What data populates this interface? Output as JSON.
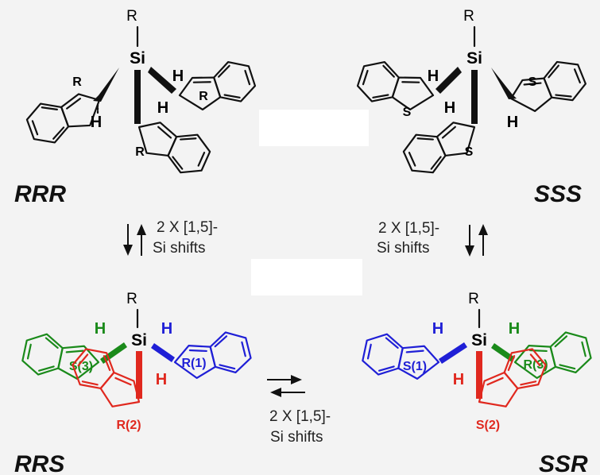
{
  "isomers": {
    "rrr": {
      "name": "RRR",
      "substituent": "R",
      "center": "Si",
      "rings": [
        {
          "label": "R",
          "h": "H",
          "color": "#111111"
        },
        {
          "label": "R",
          "h": "H",
          "color": "#111111"
        },
        {
          "label": "R",
          "h": "H",
          "color": "#111111"
        }
      ]
    },
    "sss": {
      "name": "SSS",
      "substituent": "R",
      "center": "Si",
      "rings": [
        {
          "label": "S",
          "h": "H",
          "color": "#111111"
        },
        {
          "label": "S",
          "h": "H",
          "color": "#111111"
        },
        {
          "label": "S",
          "h": "H",
          "color": "#111111"
        }
      ]
    },
    "rrs": {
      "name": "RRS",
      "substituent": "R",
      "center": "Si",
      "rings": [
        {
          "label": "S(3)",
          "h": "H",
          "color": "#1a8a1a"
        },
        {
          "label": "R(1)",
          "h": "H",
          "color": "#1f1fd6"
        },
        {
          "label": "R(2)",
          "h": "H",
          "color": "#e0281e"
        }
      ]
    },
    "ssr": {
      "name": "SSR",
      "substituent": "R",
      "center": "Si",
      "rings": [
        {
          "label": "S(1)",
          "h": "H",
          "color": "#1f1fd6"
        },
        {
          "label": "R(3)",
          "h": "H",
          "color": "#1a8a1a"
        },
        {
          "label": "S(2)",
          "h": "H",
          "color": "#e0281e"
        }
      ]
    }
  },
  "arrows": {
    "left": {
      "line1": "2 X [1,5]-",
      "line2": "Si shifts"
    },
    "right": {
      "line1": "2 X [1,5]-",
      "line2": "Si shifts"
    },
    "bottom": {
      "line1": "2 X [1,5]-",
      "line2": "Si shifts"
    }
  },
  "colors": {
    "background": "#f3f3f3",
    "bond": "#111111",
    "green": "#1a8a1a",
    "blue": "#1f1fd6",
    "red": "#e0281e"
  }
}
